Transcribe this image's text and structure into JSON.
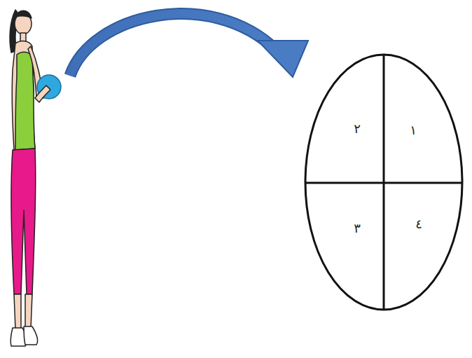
{
  "diagram": {
    "labels": [
      "١",
      "٢",
      "٣",
      "٤"
    ]
  }
}
